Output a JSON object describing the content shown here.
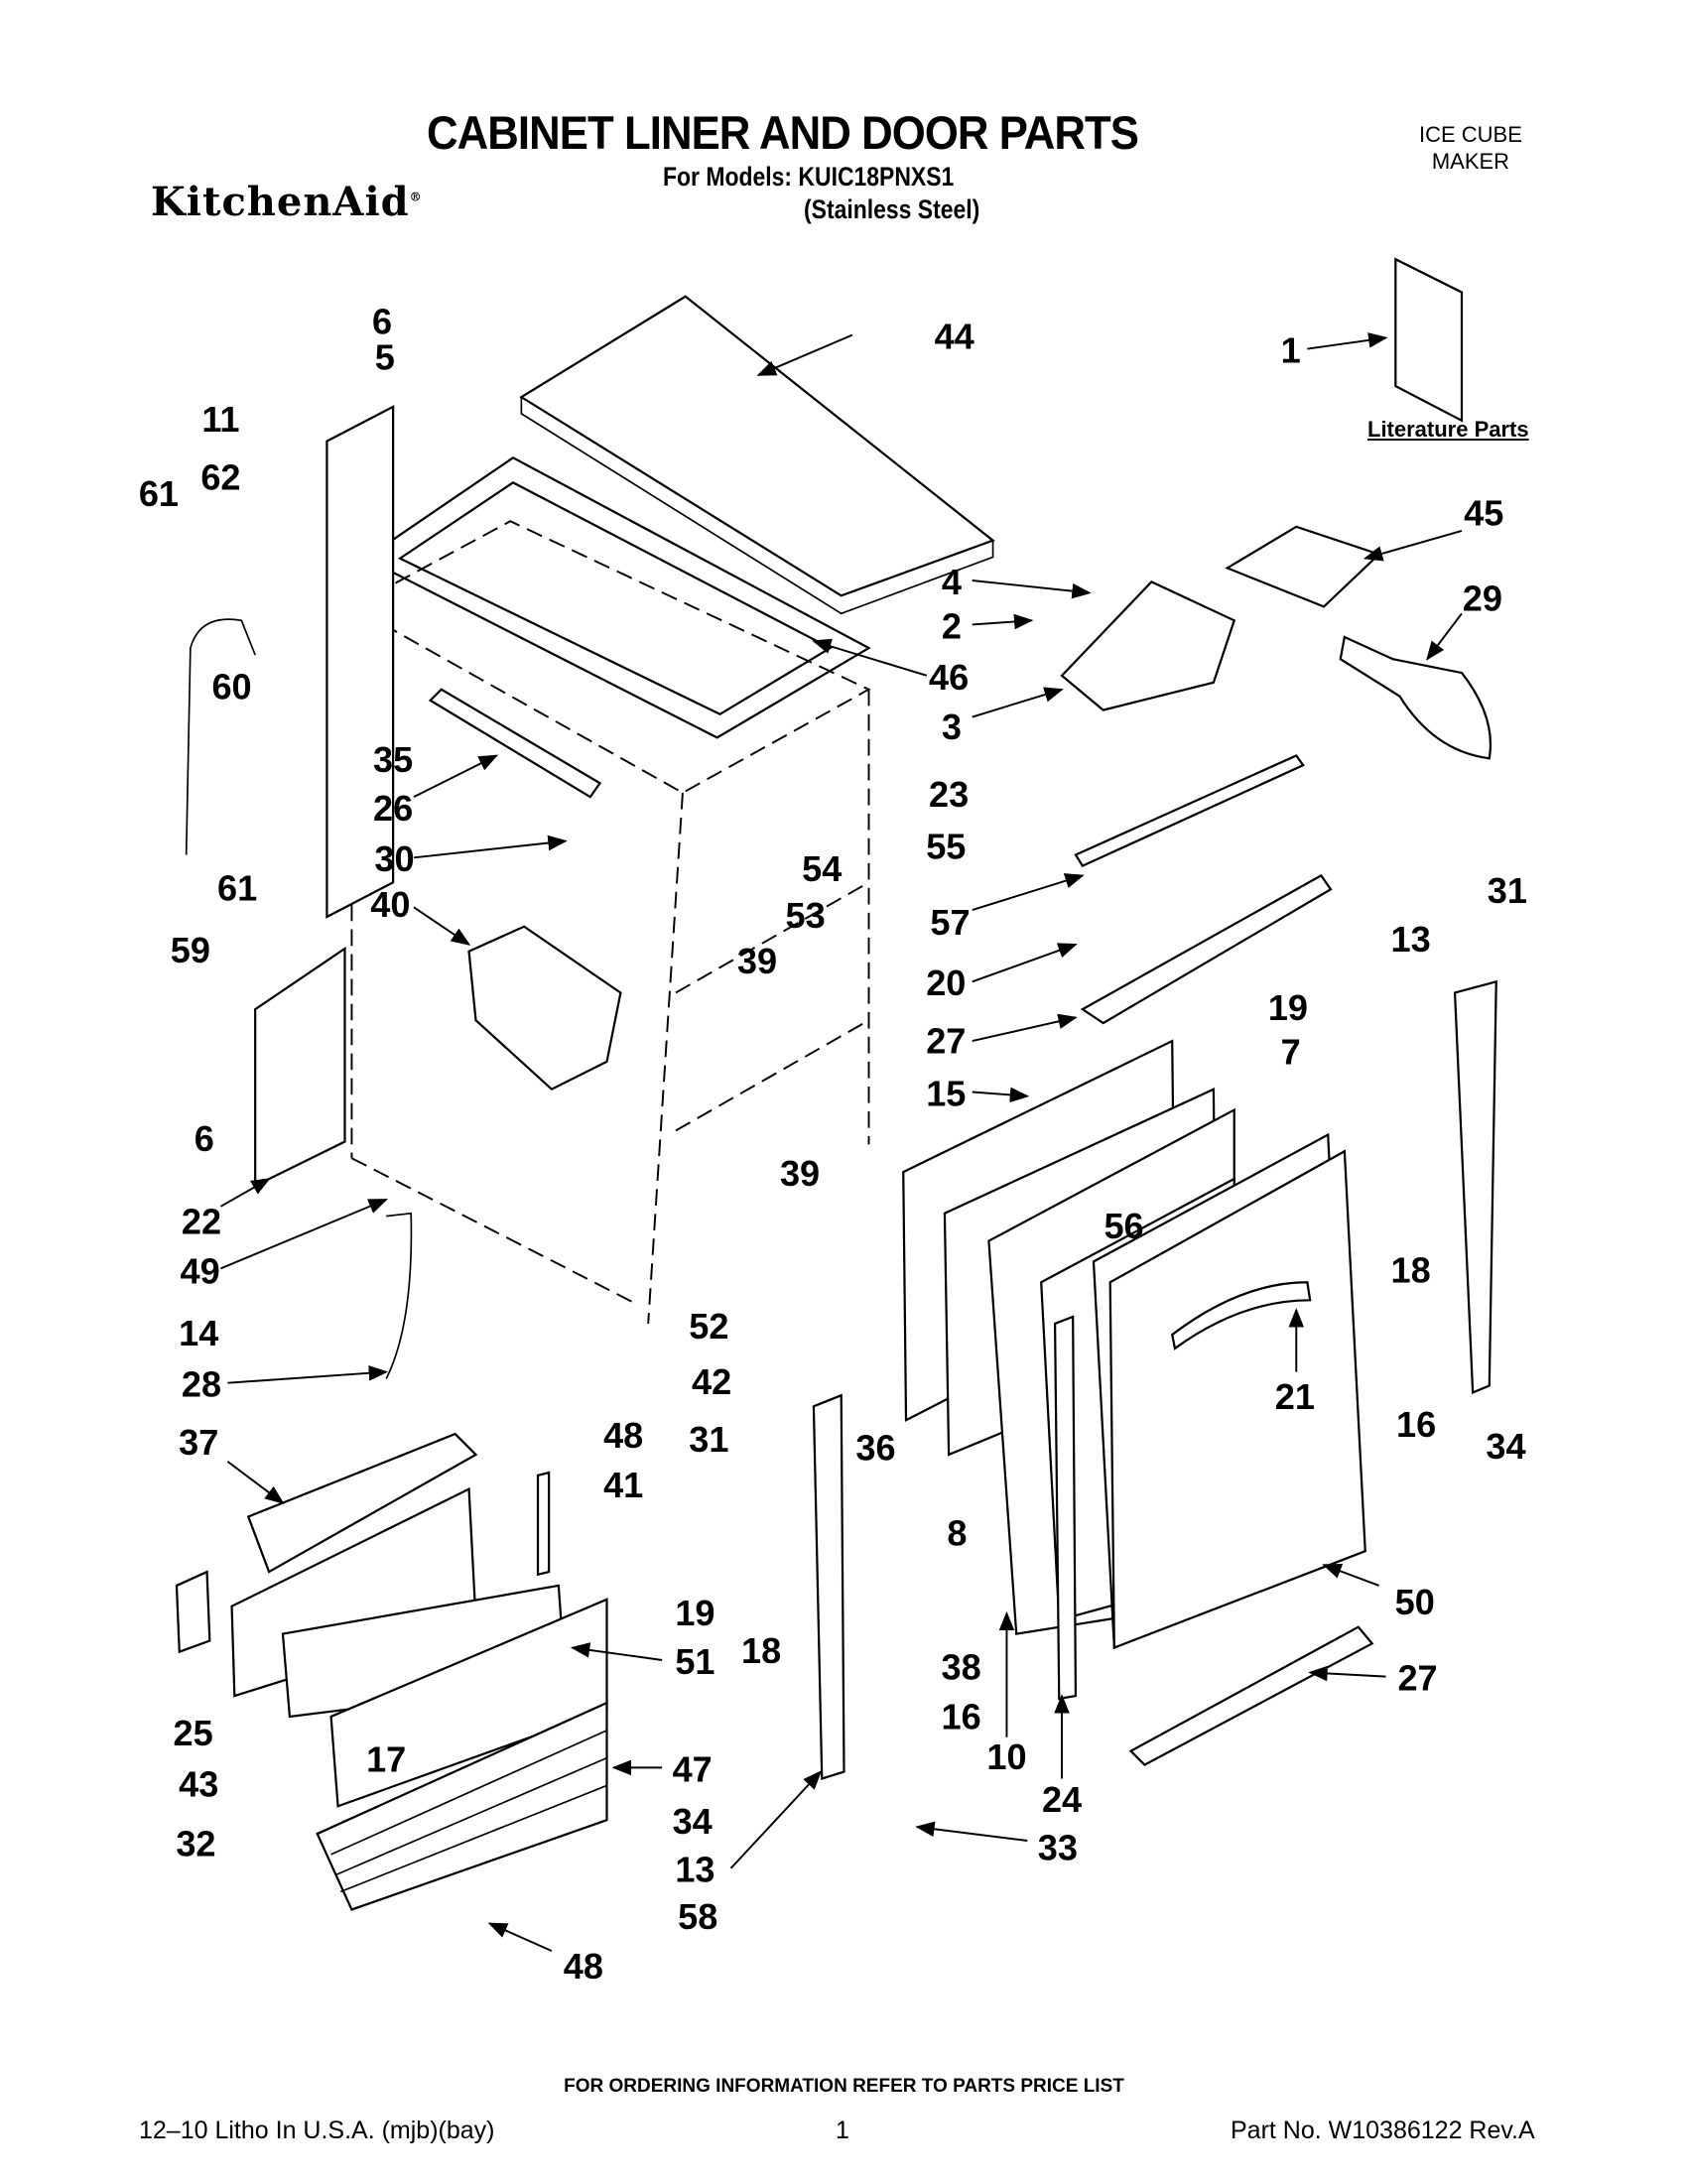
{
  "header": {
    "title": "CABINET LINER AND DOOR PARTS",
    "models": "For Models: KUIC18PNXS1",
    "finish": "(Stainless Steel)",
    "brand": "KitchenAid",
    "category_line1": "ICE CUBE",
    "category_line2": "MAKER"
  },
  "diagram": {
    "literature_label": "Literature Parts",
    "callouts": [
      "6",
      "5",
      "44",
      "1",
      "11",
      "61",
      "62",
      "45",
      "4",
      "2",
      "29",
      "46",
      "3",
      "60",
      "35",
      "23",
      "26",
      "54",
      "55",
      "30",
      "61",
      "53",
      "57",
      "31",
      "40",
      "39",
      "59",
      "13",
      "20",
      "19",
      "7",
      "27",
      "15",
      "6",
      "22",
      "39",
      "56",
      "49",
      "18",
      "14",
      "52",
      "21",
      "16",
      "34",
      "28",
      "42",
      "37",
      "48",
      "31",
      "36",
      "41",
      "8",
      "50",
      "19",
      "18",
      "51",
      "38",
      "27",
      "25",
      "16",
      "10",
      "17",
      "47",
      "43",
      "24",
      "34",
      "32",
      "33",
      "13",
      "58",
      "48"
    ]
  },
  "footer": {
    "ordering": "FOR ORDERING INFORMATION REFER TO PARTS PRICE LIST",
    "litho": "12–10 Litho In U.S.A. (mjb)(bay)",
    "page": "1",
    "part_no": "Part No. W10386122 Rev.A"
  }
}
